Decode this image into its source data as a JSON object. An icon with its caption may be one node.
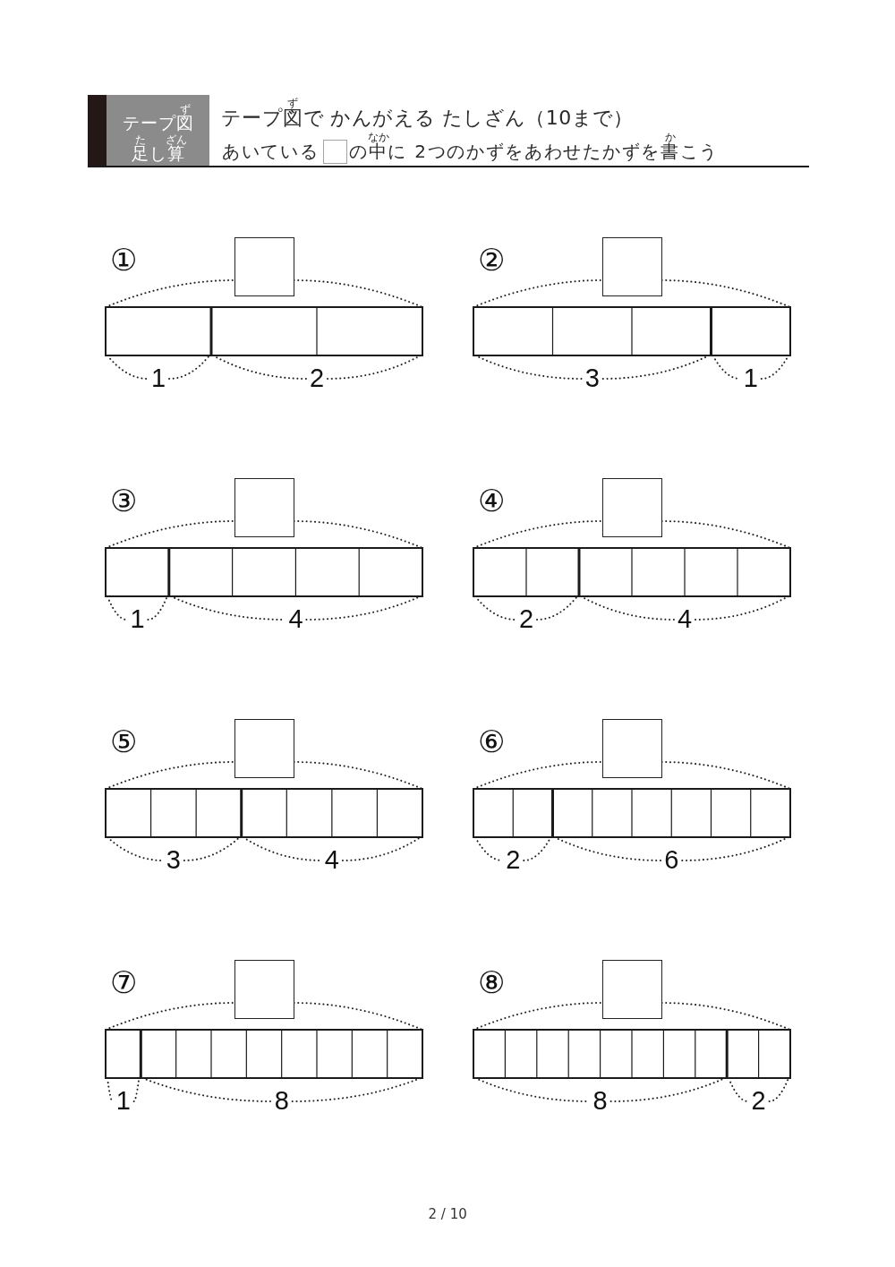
{
  "diagram": {
    "title": "テープ図で かんがえる たしざん（10まで）",
    "nodes": [
      {
        "text": [
          "ず",
          "テープ図",
          "た",
          "ざん",
          "足し算"
        ]
      }
    ],
    "labels": [
      "ず",
      "なか",
      "か",
      "あいている",
      "の中に 2つのかずをあわせたかずを書こう",
      "①",
      "1",
      "2",
      "②",
      "3",
      "1",
      "③",
      "1",
      "4",
      "④",
      "2",
      "4",
      "⑤",
      "3",
      "4",
      "⑥",
      "2",
      "6",
      "⑦",
      "1",
      "8",
      "⑧",
      "8",
      "2",
      "2 / 10"
    ]
  }
}
